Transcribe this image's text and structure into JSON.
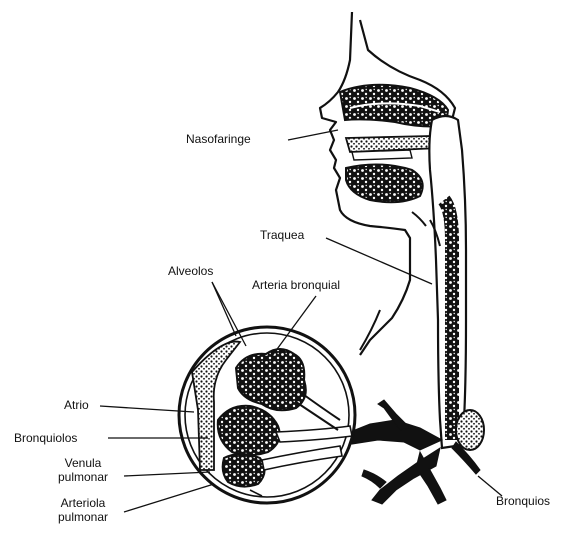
{
  "labels": {
    "nasofaringe": "Nasofaringe",
    "traquea": "Traquea",
    "alveolos": "Alveolos",
    "arteria_bronquial": "Arteria bronquial",
    "atrio": "Atrio",
    "bronquiolos": "Bronquiolos",
    "venula_pulmonar": "Venula pulmonar",
    "arteriola_pulmonar": "Arteriola pulmonar",
    "bronquios": "Bronquios"
  },
  "colors": {
    "ink": "#111111",
    "background": "#ffffff"
  }
}
